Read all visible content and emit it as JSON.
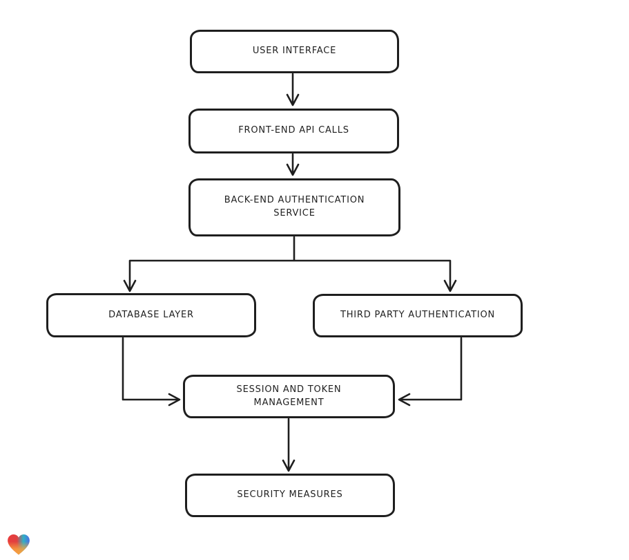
{
  "page": {
    "background": "#ffffff"
  },
  "diagram": {
    "type": "flowchart",
    "stroke_color": "#1e1e1e",
    "node_fill": "#ffffff",
    "nodes": [
      {
        "id": "user-interface",
        "label": "USER INTERFACE"
      },
      {
        "id": "front-end-api-calls",
        "label": "FRONT-END API CALLS"
      },
      {
        "id": "back-end-authentication-service",
        "label": "BACK-END AUTHENTICATION SERVICE"
      },
      {
        "id": "database-layer",
        "label": "DATABASE LAYER"
      },
      {
        "id": "third-party-authentication",
        "label": "THIRD PARTY AUTHENTICATION"
      },
      {
        "id": "session-and-token-management",
        "label": "SESSION AND TOKEN MANAGEMENT"
      },
      {
        "id": "security-measures",
        "label": "SECURITY MEASURES"
      }
    ],
    "edges": [
      {
        "from": "user-interface",
        "to": "front-end-api-calls"
      },
      {
        "from": "front-end-api-calls",
        "to": "back-end-authentication-service"
      },
      {
        "from": "back-end-authentication-service",
        "to": "database-layer"
      },
      {
        "from": "back-end-authentication-service",
        "to": "third-party-authentication"
      },
      {
        "from": "database-layer",
        "to": "session-and-token-management"
      },
      {
        "from": "third-party-authentication",
        "to": "session-and-token-management"
      },
      {
        "from": "session-and-token-management",
        "to": "security-measures"
      }
    ]
  },
  "footer": {
    "logo": "lovable-heart-logo",
    "logo_gradient": [
      "#e93c3c",
      "#f6a23f",
      "#2fb1c6",
      "#4a6fe3"
    ]
  }
}
